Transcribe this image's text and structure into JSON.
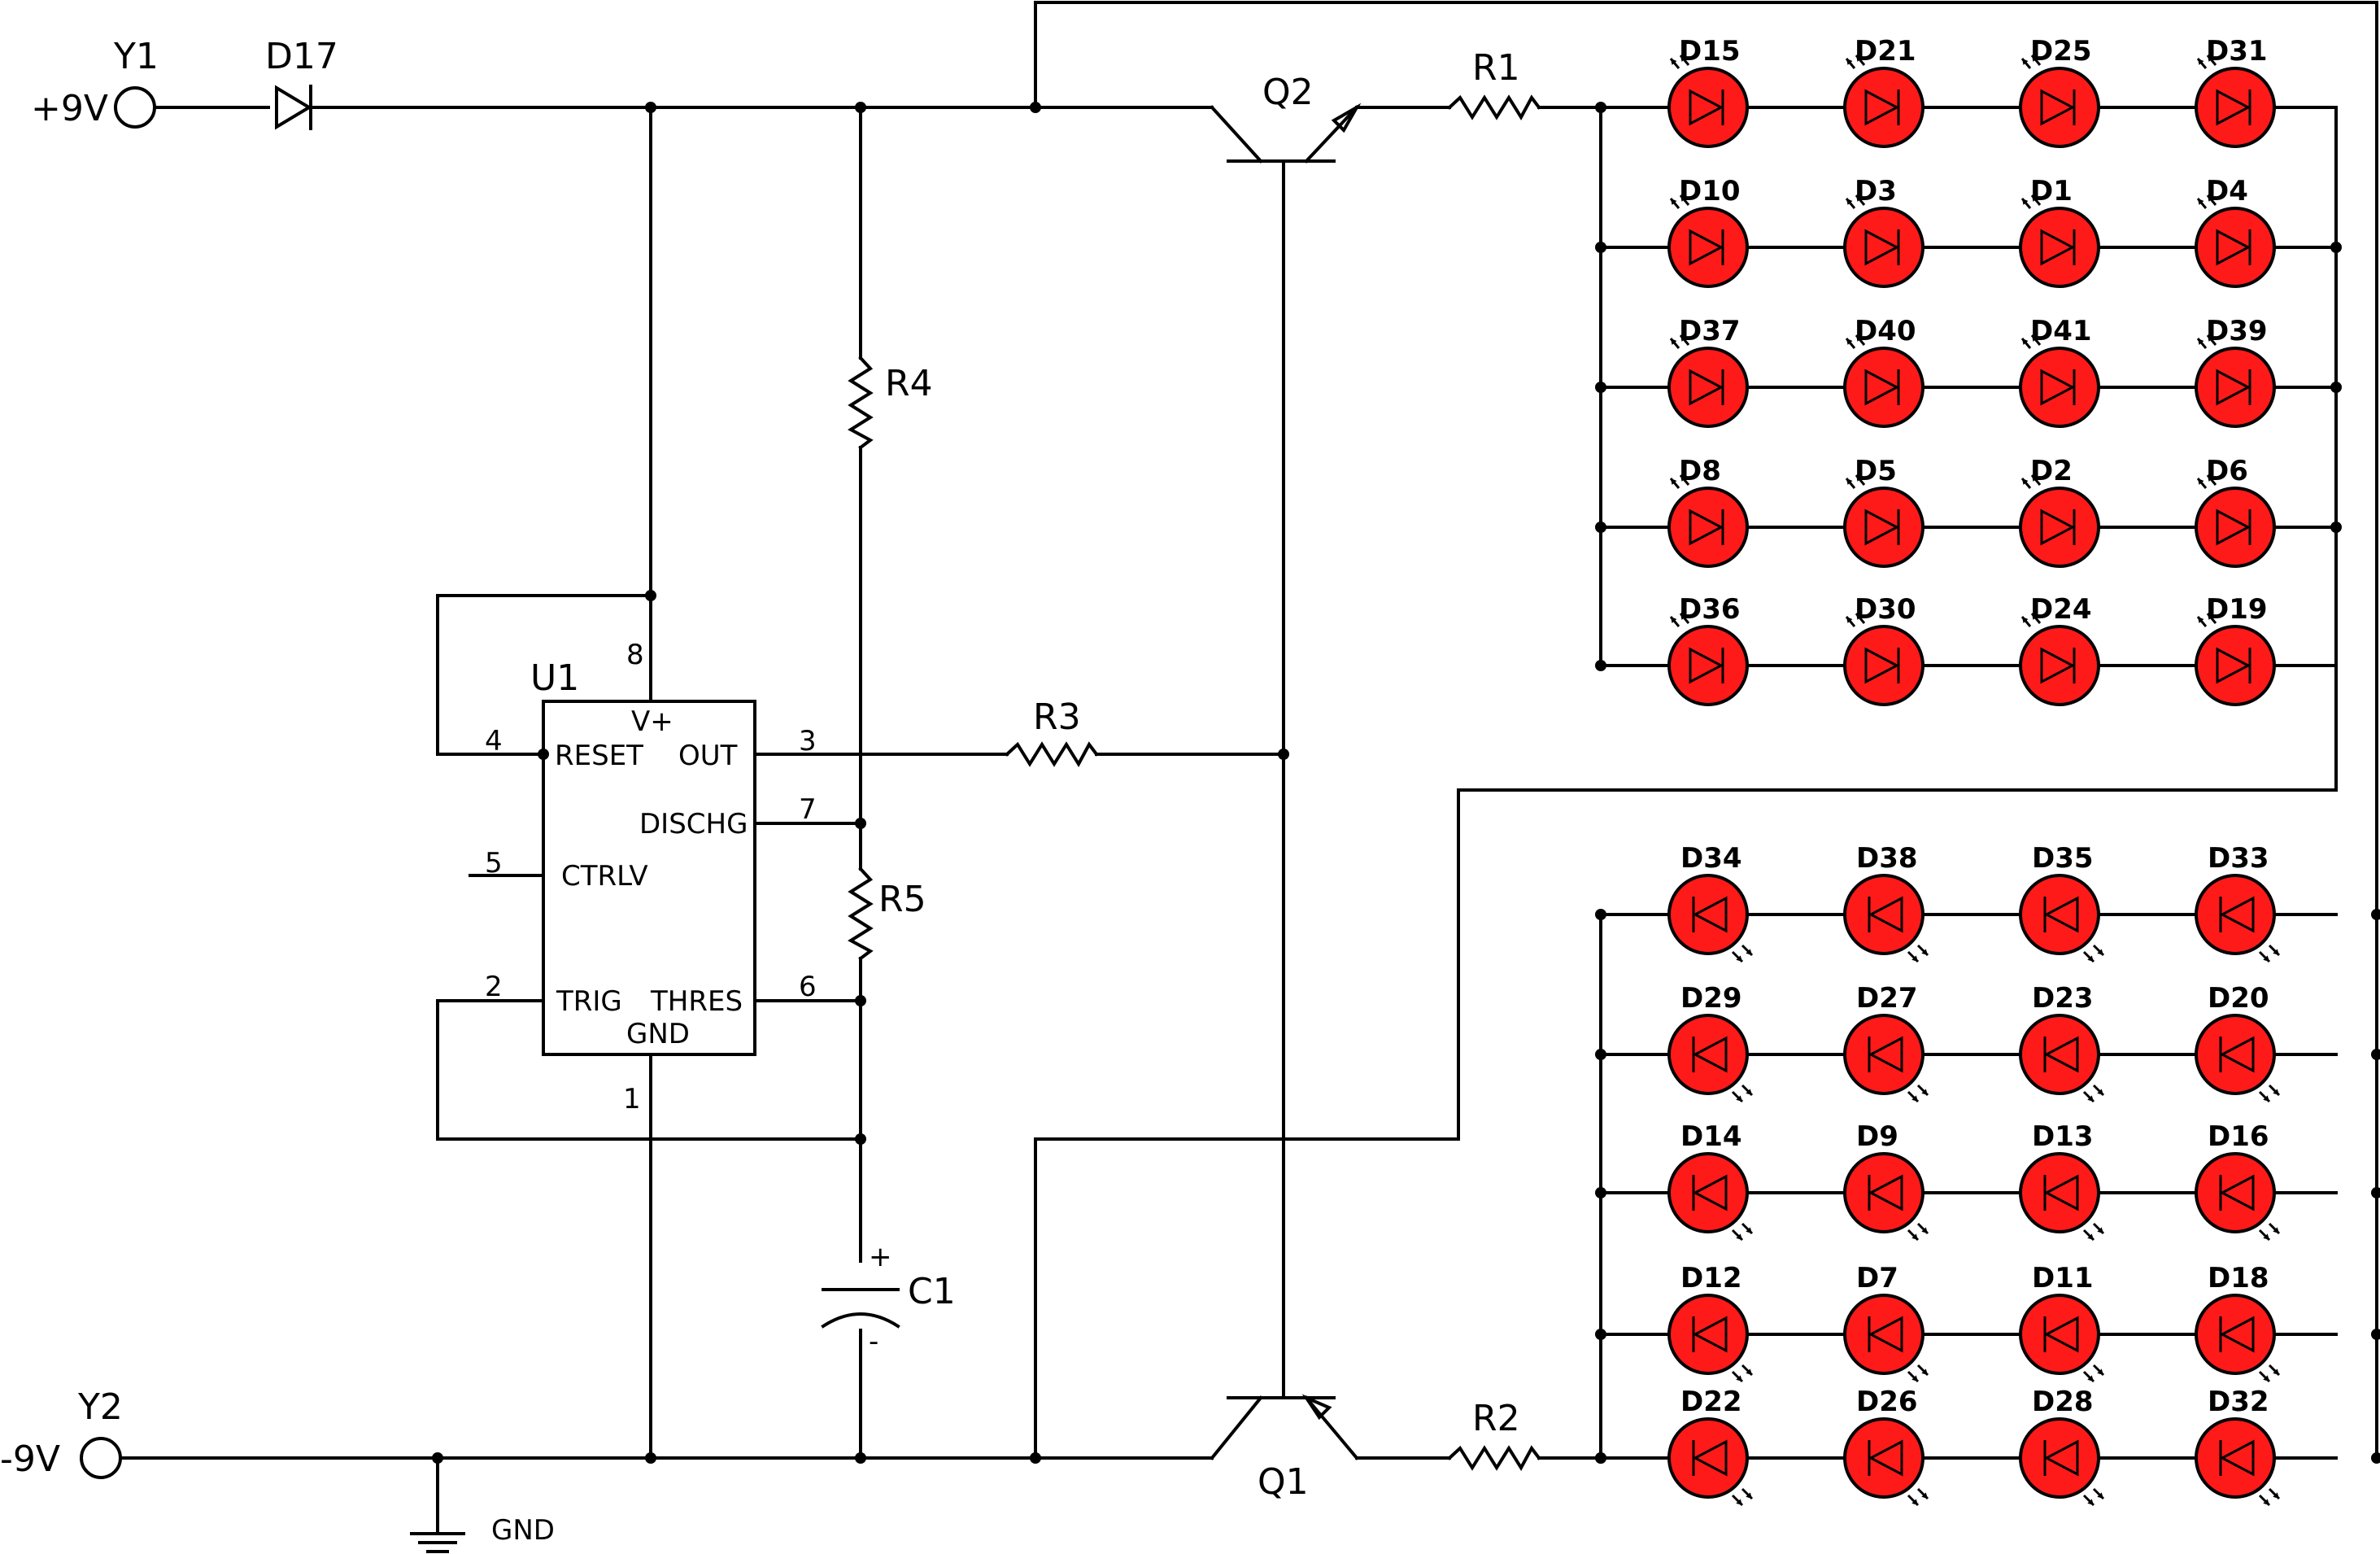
{
  "colors": {
    "led_fill": "#ff1a1a",
    "wire": "#000000",
    "background": "#ffffff"
  },
  "labels": {
    "y1": "Y1",
    "y2": "Y2",
    "plus9v": "+9V",
    "minus9v": "-9V",
    "d17": "D17",
    "u1": "U1",
    "q1": "Q1",
    "q2": "Q2",
    "r1": "R1",
    "r2": "R2",
    "r3": "R3",
    "r4": "R4",
    "r5": "R5",
    "c1": "C1",
    "c1_plus": "+",
    "c1_minus": "-",
    "gnd": "GND"
  },
  "ic": {
    "vplus": "V+",
    "reset": "RESET",
    "out": "OUT",
    "dischg": "DISCHG",
    "ctrlv": "CTRLV",
    "trig": "TRIG",
    "thres": "THRES",
    "gnd": "GND",
    "pins": {
      "p1": "1",
      "p2": "2",
      "p3": "3",
      "p4": "4",
      "p5": "5",
      "p6": "6",
      "p7": "7",
      "p8": "8"
    }
  },
  "led_upper": [
    [
      "D15",
      "D21",
      "D25",
      "D31"
    ],
    [
      "D10",
      "D3",
      "D1",
      "D4"
    ],
    [
      "D37",
      "D40",
      "D41",
      "D39"
    ],
    [
      "D8",
      "D5",
      "D2",
      "D6"
    ],
    [
      "D36",
      "D30",
      "D24",
      "D19"
    ]
  ],
  "led_lower": [
    [
      "D34",
      "D38",
      "D35",
      "D33"
    ],
    [
      "D29",
      "D27",
      "D23",
      "D20"
    ],
    [
      "D14",
      "D9",
      "D13",
      "D16"
    ],
    [
      "D12",
      "D7",
      "D11",
      "D18"
    ],
    [
      "D22",
      "D26",
      "D28",
      "D32"
    ]
  ]
}
